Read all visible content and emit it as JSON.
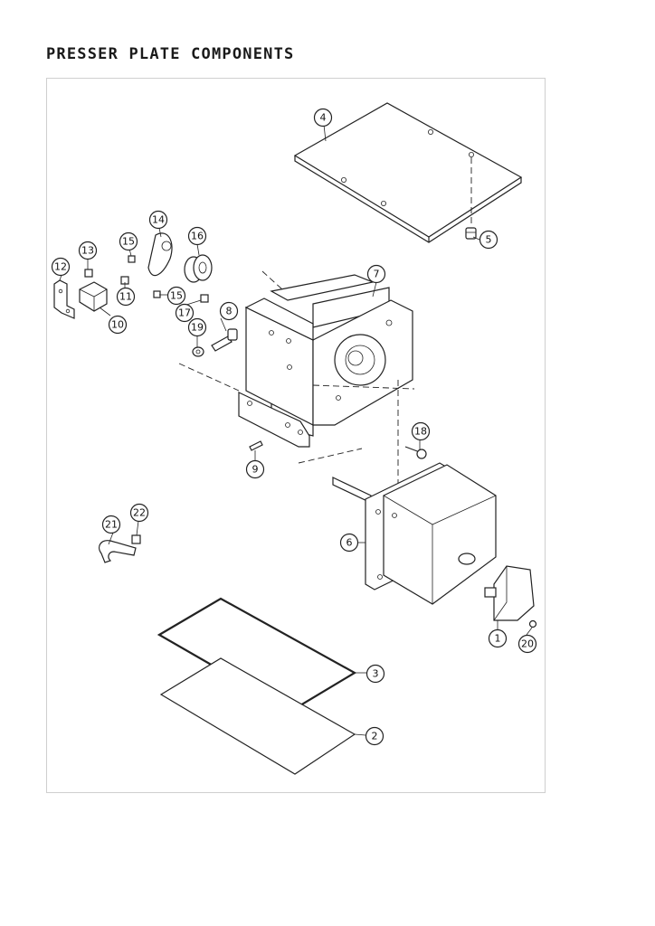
{
  "title": "PRESSER PLATE COMPONENTS",
  "callouts": [
    {
      "id": "c1",
      "label": "1"
    },
    {
      "id": "c2",
      "label": "2"
    },
    {
      "id": "c3",
      "label": "3"
    },
    {
      "id": "c4",
      "label": "4"
    },
    {
      "id": "c5",
      "label": "5"
    },
    {
      "id": "c6",
      "label": "6"
    },
    {
      "id": "c7",
      "label": "7"
    },
    {
      "id": "c8",
      "label": "8"
    },
    {
      "id": "c9",
      "label": "9"
    },
    {
      "id": "c10",
      "label": "10"
    },
    {
      "id": "c11",
      "label": "11"
    },
    {
      "id": "c12",
      "label": "12"
    },
    {
      "id": "c13",
      "label": "13"
    },
    {
      "id": "c14",
      "label": "14"
    },
    {
      "id": "c15a",
      "label": "15"
    },
    {
      "id": "c15b",
      "label": "15"
    },
    {
      "id": "c16",
      "label": "16"
    },
    {
      "id": "c17",
      "label": "17"
    },
    {
      "id": "c18",
      "label": "18"
    },
    {
      "id": "c19",
      "label": "19"
    },
    {
      "id": "c20",
      "label": "20"
    },
    {
      "id": "c21",
      "label": "21"
    },
    {
      "id": "c22",
      "label": "22"
    }
  ]
}
